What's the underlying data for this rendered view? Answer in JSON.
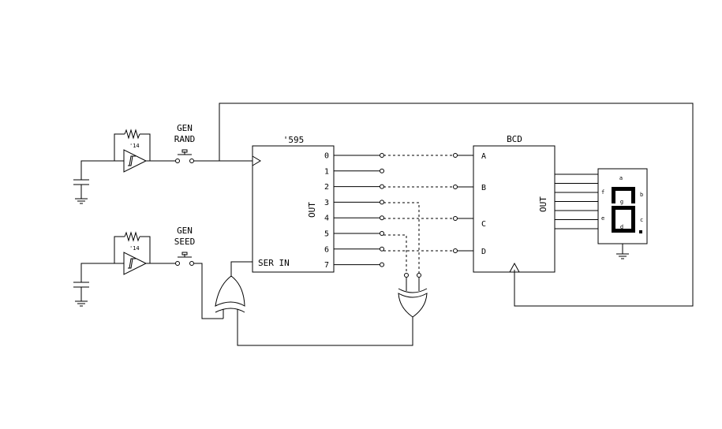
{
  "diagram": {
    "buffer_rand": {
      "label": "'14"
    },
    "buffer_seed": {
      "label": "'14"
    },
    "button_rand": {
      "line1": "GEN",
      "line2": "RAND"
    },
    "button_seed": {
      "line1": "GEN",
      "line2": "SEED"
    },
    "shift_register": {
      "title": "'595",
      "out_label": "OUT",
      "ser_in": "SER IN",
      "pins": [
        "0",
        "1",
        "2",
        "3",
        "4",
        "5",
        "6",
        "7"
      ]
    },
    "bcd_decoder": {
      "title": "BCD",
      "out_label": "OUT",
      "inputs": [
        "A",
        "B",
        "C",
        "D"
      ]
    },
    "seven_segment": {
      "segments": [
        "a",
        "b",
        "c",
        "d",
        "e",
        "f",
        "g"
      ],
      "lit": [
        "a",
        "b",
        "c",
        "d",
        "e",
        "f",
        "g"
      ]
    }
  }
}
